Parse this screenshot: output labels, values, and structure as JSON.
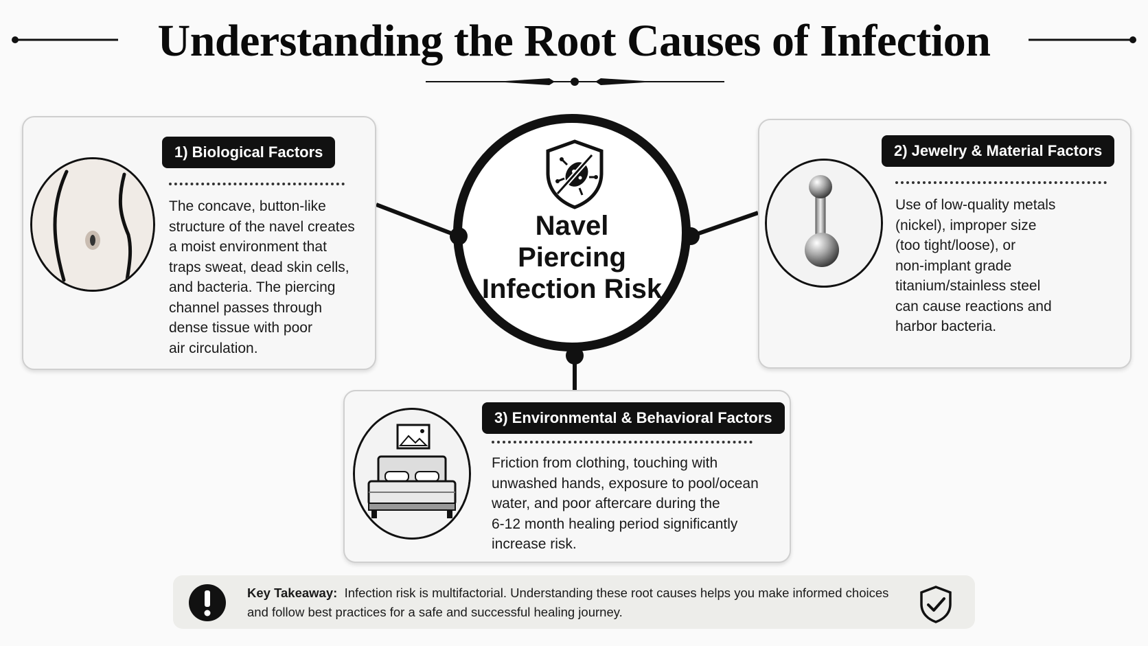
{
  "title": "Understanding the Root Causes of Infection",
  "center": {
    "line1": "Navel",
    "line2": "Piercing",
    "line3": "Infection Risk",
    "icon": "shield-bacteria-icon"
  },
  "cards": [
    {
      "heading": "1) Biological Factors",
      "icon": "navel-belly-icon",
      "lines": [
        "The concave, button-like",
        "structure of the navel creates",
        "a moist environment that",
        "traps sweat, dead skin cells,",
        "and bacteria. The piercing",
        "channel passes through",
        "dense tissue with poor",
        "air circulation."
      ]
    },
    {
      "heading": "2) Jewelry & Material Factors",
      "icon": "barbell-jewelry-icon",
      "lines": [
        "Use of low-quality metals",
        "(nickel), improper size",
        "(too tight/loose), or",
        "non-implant grade",
        "titanium/stainless steel",
        "can cause reactions and",
        "harbor bacteria."
      ]
    },
    {
      "heading": "3) Environmental & Behavioral Factors",
      "icon": "bed-icon",
      "lines": [
        "Friction from clothing, touching with",
        "unwashed hands, exposure to pool/ocean",
        "water, and poor aftercare during the",
        "6-12 month healing period significantly",
        "increase risk."
      ]
    }
  ],
  "takeaway": {
    "label": "Key Takeaway:",
    "line1": "Infection risk is multifactorial. Understanding these root causes helps you make informed choices",
    "line2": "and follow best practices for a safe and successful healing journey.",
    "left_icon": "exclamation-icon",
    "right_icon": "shield-check-icon"
  },
  "colors": {
    "ink": "#111111",
    "card_bg": "#f7f7f7",
    "takeaway_bg": "#ededea"
  }
}
